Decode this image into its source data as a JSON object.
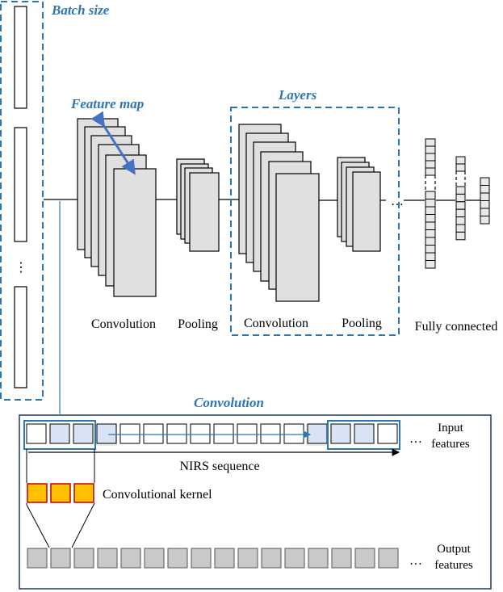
{
  "labels": {
    "batch_size": "Batch size",
    "feature_map": "Feature map",
    "layers": "Layers",
    "convolution_1": "Convolution",
    "pooling_1": "Pooling",
    "convolution_2": "Convolution",
    "pooling_2": "Pooling",
    "fully_connected": "Fully connected",
    "convolution_panel": "Convolution",
    "input_features_1": "Input",
    "input_features_2": "features",
    "nirs_sequence": "NIRS sequence",
    "convolutional_kernel": "Convolutional kernel",
    "output_features_1": "Output",
    "output_features_2": "features",
    "vertical_ellipsis": "⋮",
    "ellipsis": "…"
  },
  "colors": {
    "accent_blue": "#2e75b6",
    "map_fill": "#e0e0e0",
    "input_highlight": "#dae3f3",
    "kernel_fill": "#ffc000",
    "kernel_stroke": "#c00000",
    "output_fill": "#c9c9c9"
  }
}
